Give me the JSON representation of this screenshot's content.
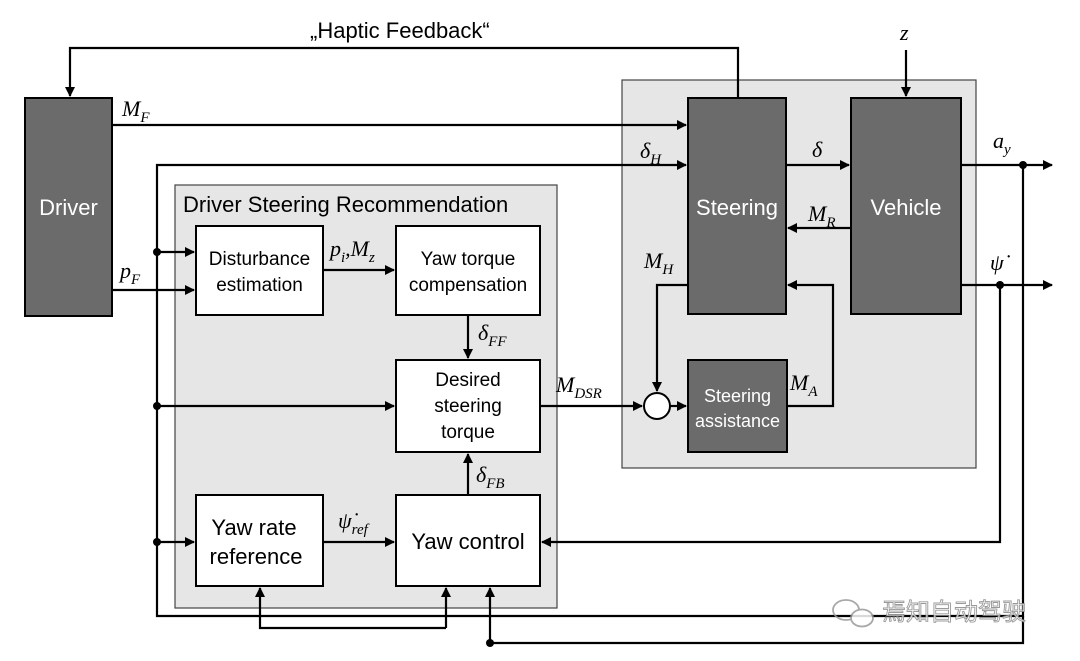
{
  "feedback_label": "„Haptic Feedback“",
  "group_title": "Driver Steering Recommendation",
  "blocks": {
    "driver": "Driver",
    "steering": "Steering",
    "vehicle": "Vehicle",
    "disturbance": [
      "Disturbance",
      "estimation"
    ],
    "yaw_comp": [
      "Yaw torque",
      "compensation"
    ],
    "desired": [
      "Desired",
      "steering",
      "torque"
    ],
    "assistance": [
      "Steering",
      "assistance"
    ],
    "yaw_rate_ref": [
      "Yaw rate",
      "reference"
    ],
    "yaw_control": "Yaw control"
  },
  "signals": {
    "MF": {
      "base": "M",
      "sub": "F"
    },
    "pF": {
      "base": "p",
      "sub": "F"
    },
    "deltaH": {
      "base": "δ",
      "sub": "H"
    },
    "delta": {
      "base": "δ",
      "sub": ""
    },
    "MR": {
      "base": "M",
      "sub": "R"
    },
    "MH": {
      "base": "M",
      "sub": "H"
    },
    "MA": {
      "base": "M",
      "sub": "A"
    },
    "MDSR": {
      "base": "M",
      "sub": "DSR"
    },
    "deltaFF": {
      "base": "δ",
      "sub": "FF"
    },
    "deltaFB": {
      "base": "δ",
      "sub": "FB"
    },
    "pi_Mz": {
      "base1": "p",
      "sub1": "i",
      "sep": ",",
      "base2": "M",
      "sub2": "z"
    },
    "psiref": {
      "base": "ψ̇",
      "sub": "ref"
    },
    "ay": {
      "base": "a",
      "sub": "y"
    },
    "psidot": {
      "base": "ψ̇",
      "sub": ""
    },
    "z": {
      "base": "z",
      "sub": ""
    }
  },
  "watermark": "焉知自动驾驶",
  "colors": {
    "dark_block": "#6b6b6b",
    "panel": "#e6e6e6",
    "line": "#000000"
  }
}
